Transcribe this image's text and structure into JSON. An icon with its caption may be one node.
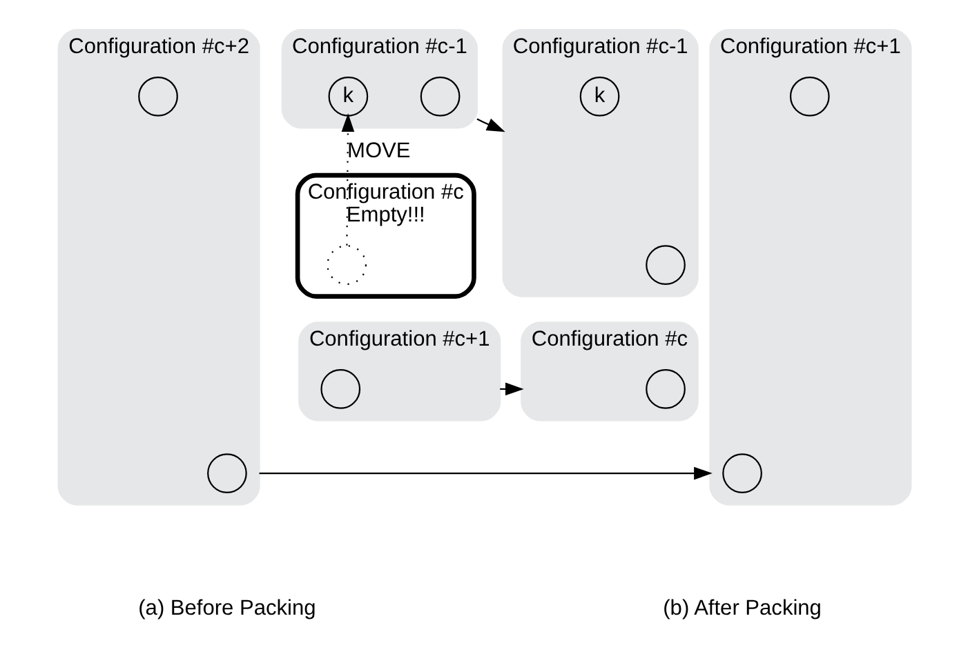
{
  "diagram": {
    "nodes": [
      {
        "text": [
          "Configuration #c-1"
        ]
      },
      {
        "text": [],
        "shape": "circle",
        "in": 0
      },
      {
        "text": [
          "k"
        ],
        "in": 0
      },
      {
        "text": [
          "Configuration #c",
          "Empty!!!"
        ]
      },
      {
        "text": [],
        "shape": "circle",
        "in": 3
      },
      {
        "text": [
          "Configuration #c+1"
        ]
      },
      {
        "text": [],
        "shape": "circle",
        "in": 5
      },
      {
        "text": [
          "Configuration #c+2"
        ]
      },
      {
        "text": [],
        "shape": "circle",
        "in": 7
      },
      {
        "text": [],
        "shape": "circle",
        "in": 7
      },
      {
        "text": [
          "Configuration #c-1"
        ]
      },
      {
        "text": [],
        "shape": "circle",
        "in": 10
      },
      {
        "text": [
          "k"
        ],
        "in": 10
      },
      {
        "text": [
          "Configuration #c"
        ]
      },
      {
        "text": [],
        "shape": "circle",
        "in": 13
      },
      {
        "text": [
          "Configuration #c+1"
        ]
      },
      {
        "text": [],
        "shape": "circle",
        "in": 15
      },
      {
        "text": [],
        "shape": "circle",
        "in": 15
      }
    ],
    "edges": [
      {
        "from": 0,
        "to": 10,
        "arrow": "to"
      },
      {
        "from": 4,
        "to": 2,
        "arrow": "to",
        "label": "MOVE",
        "style": "dashed"
      },
      {
        "from": 5,
        "to": 13,
        "arrow": "to"
      },
      {
        "from": 7,
        "to": 15,
        "arrow": "to"
      }
    ],
    "labels": [
      "(a) Before Packing",
      "(b) After Packing"
    ]
  }
}
